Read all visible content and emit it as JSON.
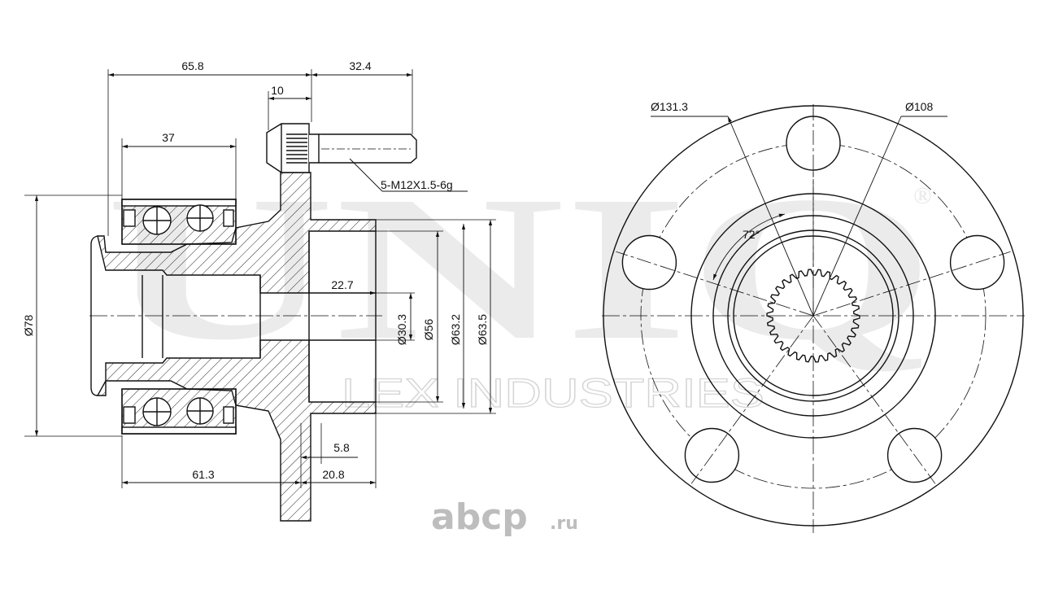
{
  "watermark": {
    "brand": "UNIQ",
    "registered": "®",
    "sub": "LEX INDUSTRIES"
  },
  "site_logo": {
    "name": "abcp",
    "tld": ".ru",
    "color": "#bdbdbd"
  },
  "side_view": {
    "dims": {
      "overall_left": "65.8",
      "stud_length": "32.4",
      "flange_thickness": "10",
      "bearing_width": "37",
      "stud_thread": "5-M12X1.5-6g",
      "outer_dia": "Ø78",
      "spigot_depth": "22.7",
      "bore_dia": "Ø30.3",
      "pilot_dia": "Ø56",
      "pilot_dia_2": "Ø63.2",
      "pilot_dia_3": "Ø63.5",
      "recess": "5.8",
      "hub_length": "20.8",
      "bearing_offset": "61.3"
    }
  },
  "front_view": {
    "dims": {
      "flange_dia": "Ø131.3",
      "pcd": "Ø108",
      "stud_angle": "72°"
    },
    "stud_count": 5,
    "spline_teeth": 30
  },
  "colors": {
    "line": "#111111",
    "watermark": "#ebebeb"
  }
}
